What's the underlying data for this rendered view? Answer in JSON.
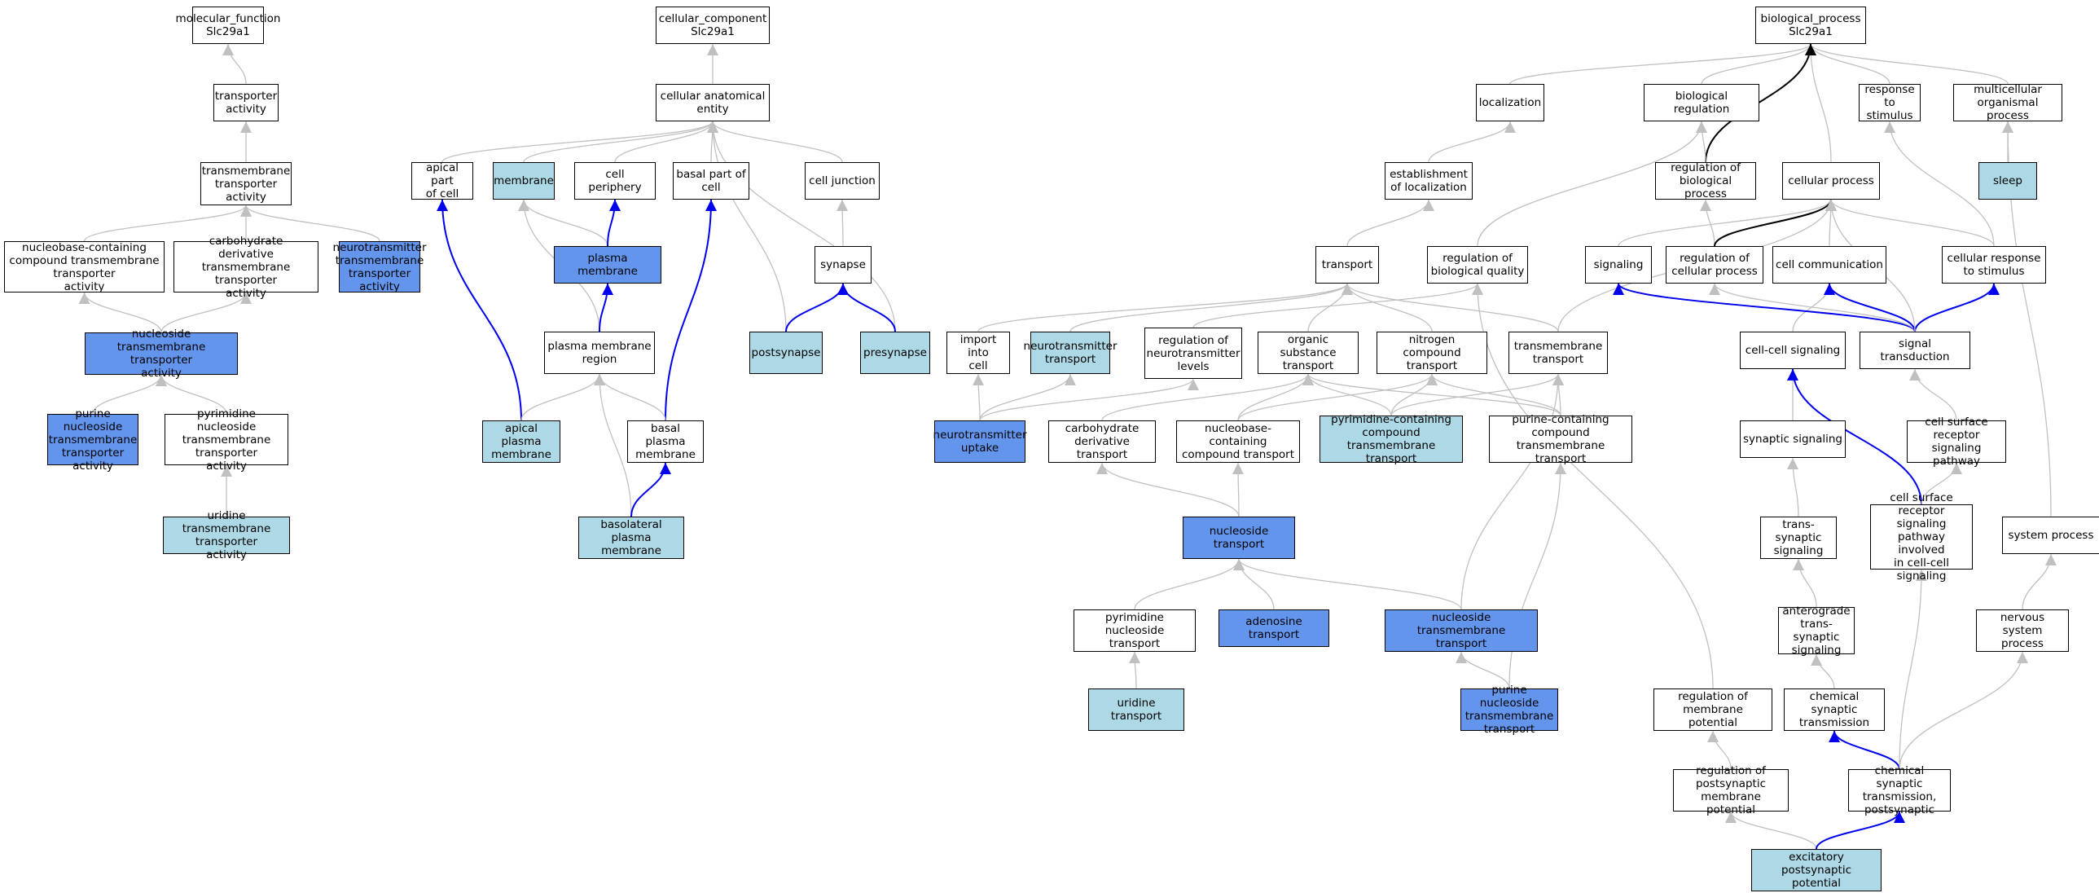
{
  "colors": {
    "plain": "#ffffff",
    "direct": "#6495ed",
    "inferred": "#add8e6",
    "edge_gray": "#c0c0c0",
    "edge_blue": "#0000ee",
    "edge_black": "#000000"
  },
  "nodes": [
    {
      "id": "mf",
      "label": "molecular_function\nSlc29a1",
      "fill": "plain"
    },
    {
      "id": "ta",
      "label": "transporter\nactivity",
      "fill": "plain"
    },
    {
      "id": "tta",
      "label": "transmembrane\ntransporter\nactivity",
      "fill": "plain"
    },
    {
      "id": "nbc",
      "label": "nucleobase-containing\ncompound transmembrane\ntransporter\nactivity",
      "fill": "plain"
    },
    {
      "id": "cdt",
      "label": "carbohydrate\nderivative transmembrane\ntransporter\nactivity",
      "fill": "plain"
    },
    {
      "id": "ntta",
      "label": "neurotransmitter\ntransmembrane\ntransporter\nactivity",
      "fill": "direct"
    },
    {
      "id": "ntrans",
      "label": "nucleoside transmembrane\ntransporter\nactivity",
      "fill": "direct"
    },
    {
      "id": "pnt",
      "label": "purine nucleoside\ntransmembrane\ntransporter\nactivity",
      "fill": "direct"
    },
    {
      "id": "pynt",
      "label": "pyrimidine nucleoside\ntransmembrane\ntransporter\nactivity",
      "fill": "plain"
    },
    {
      "id": "utta",
      "label": "uridine transmembrane\ntransporter\nactivity",
      "fill": "inferred"
    },
    {
      "id": "cc",
      "label": "cellular_component\nSlc29a1",
      "fill": "plain"
    },
    {
      "id": "cae",
      "label": "cellular anatomical\nentity",
      "fill": "plain"
    },
    {
      "id": "apc",
      "label": "apical part\nof cell",
      "fill": "plain"
    },
    {
      "id": "mem",
      "label": "membrane",
      "fill": "inferred"
    },
    {
      "id": "cper",
      "label": "cell periphery",
      "fill": "plain"
    },
    {
      "id": "bpc",
      "label": "basal part of\ncell",
      "fill": "plain"
    },
    {
      "id": "cj",
      "label": "cell junction",
      "fill": "plain"
    },
    {
      "id": "pm",
      "label": "plasma membrane",
      "fill": "direct"
    },
    {
      "id": "syn",
      "label": "synapse",
      "fill": "plain"
    },
    {
      "id": "pmr",
      "label": "plasma membrane\nregion",
      "fill": "plain"
    },
    {
      "id": "post",
      "label": "postsynapse",
      "fill": "inferred"
    },
    {
      "id": "pre",
      "label": "presynapse",
      "fill": "inferred"
    },
    {
      "id": "apm",
      "label": "apical plasma\nmembrane",
      "fill": "inferred"
    },
    {
      "id": "bapm",
      "label": "basal plasma\nmembrane",
      "fill": "plain"
    },
    {
      "id": "blpm",
      "label": "basolateral\nplasma membrane",
      "fill": "inferred"
    },
    {
      "id": "bp",
      "label": "biological_process\nSlc29a1",
      "fill": "plain"
    },
    {
      "id": "loc",
      "label": "localization",
      "fill": "plain"
    },
    {
      "id": "breg",
      "label": "biological regulation",
      "fill": "plain"
    },
    {
      "id": "rts",
      "label": "response to\nstimulus",
      "fill": "plain"
    },
    {
      "id": "mop",
      "label": "multicellular\norganismal process",
      "fill": "plain"
    },
    {
      "id": "eol",
      "label": "establishment\nof localization",
      "fill": "plain"
    },
    {
      "id": "rbp",
      "label": "regulation of\nbiological process",
      "fill": "plain"
    },
    {
      "id": "cp",
      "label": "cellular process",
      "fill": "plain"
    },
    {
      "id": "sleep",
      "label": "sleep",
      "fill": "inferred"
    },
    {
      "id": "tr",
      "label": "transport",
      "fill": "plain"
    },
    {
      "id": "rbq",
      "label": "regulation of\nbiological quality",
      "fill": "plain"
    },
    {
      "id": "sig",
      "label": "signaling",
      "fill": "plain"
    },
    {
      "id": "rcp",
      "label": "regulation of\ncellular process",
      "fill": "plain"
    },
    {
      "id": "ccom",
      "label": "cell communication",
      "fill": "plain"
    },
    {
      "id": "crs",
      "label": "cellular response\nto stimulus",
      "fill": "plain"
    },
    {
      "id": "iic",
      "label": "import into\ncell",
      "fill": "plain"
    },
    {
      "id": "ntt",
      "label": "neurotransmitter\ntransport",
      "fill": "inferred"
    },
    {
      "id": "rntl",
      "label": "regulation of\nneurotransmitter\nlevels",
      "fill": "plain"
    },
    {
      "id": "ost",
      "label": "organic substance\ntransport",
      "fill": "plain"
    },
    {
      "id": "nct",
      "label": "nitrogen compound\ntransport",
      "fill": "plain"
    },
    {
      "id": "tmt",
      "label": "transmembrane\ntransport",
      "fill": "plain"
    },
    {
      "id": "ccs",
      "label": "cell-cell signaling",
      "fill": "plain"
    },
    {
      "id": "st",
      "label": "signal transduction",
      "fill": "plain"
    },
    {
      "id": "ntu",
      "label": "neurotransmitter\nuptake",
      "fill": "direct"
    },
    {
      "id": "cdtr",
      "label": "carbohydrate\nderivative transport",
      "fill": "plain"
    },
    {
      "id": "nbct",
      "label": "nucleobase-containing\ncompound transport",
      "fill": "plain"
    },
    {
      "id": "pyct",
      "label": "pyrimidine-containing\ncompound transmembrane\ntransport",
      "fill": "inferred"
    },
    {
      "id": "puct",
      "label": "purine-containing\ncompound transmembrane\ntransport",
      "fill": "plain"
    },
    {
      "id": "ss",
      "label": "synaptic signaling",
      "fill": "plain"
    },
    {
      "id": "csrsp",
      "label": "cell surface\nreceptor signaling\npathway",
      "fill": "plain"
    },
    {
      "id": "nt",
      "label": "nucleoside transport",
      "fill": "direct"
    },
    {
      "id": "tss",
      "label": "trans-synaptic\nsignaling",
      "fill": "plain"
    },
    {
      "id": "csrcc",
      "label": "cell surface\nreceptor signaling\npathway involved\nin cell-cell\nsignaling",
      "fill": "plain"
    },
    {
      "id": "sysp",
      "label": "system process",
      "fill": "plain"
    },
    {
      "id": "pynst",
      "label": "pyrimidine nucleoside\ntransport",
      "fill": "plain"
    },
    {
      "id": "adt",
      "label": "adenosine transport",
      "fill": "direct"
    },
    {
      "id": "ntmt",
      "label": "nucleoside transmembrane\ntransport",
      "fill": "direct"
    },
    {
      "id": "ats",
      "label": "anterograde\ntrans-synaptic\nsignaling",
      "fill": "plain"
    },
    {
      "id": "nsp",
      "label": "nervous system\nprocess",
      "fill": "plain"
    },
    {
      "id": "ut",
      "label": "uridine transport",
      "fill": "inferred"
    },
    {
      "id": "pnst",
      "label": "purine nucleoside\ntransmembrane\ntransport",
      "fill": "direct"
    },
    {
      "id": "rmp",
      "label": "regulation of\nmembrane potential",
      "fill": "plain"
    },
    {
      "id": "cst",
      "label": "chemical synaptic\ntransmission",
      "fill": "plain"
    },
    {
      "id": "rpmp",
      "label": "regulation of\npostsynaptic\nmembrane potential",
      "fill": "plain"
    },
    {
      "id": "cstp",
      "label": "chemical synaptic\ntransmission,\npostsynaptic",
      "fill": "plain"
    },
    {
      "id": "epp",
      "label": "excitatory postsynaptic\npotential",
      "fill": "inferred"
    }
  ],
  "edges": [
    {
      "from": "ta",
      "to": "mf",
      "kind": "gray"
    },
    {
      "from": "tta",
      "to": "ta",
      "kind": "gray"
    },
    {
      "from": "nbc",
      "to": "tta",
      "kind": "gray"
    },
    {
      "from": "cdt",
      "to": "tta",
      "kind": "gray"
    },
    {
      "from": "ntta",
      "to": "tta",
      "kind": "gray"
    },
    {
      "from": "ntrans",
      "to": "nbc",
      "kind": "gray"
    },
    {
      "from": "ntrans",
      "to": "cdt",
      "kind": "gray"
    },
    {
      "from": "pnt",
      "to": "ntrans",
      "kind": "gray"
    },
    {
      "from": "pynt",
      "to": "ntrans",
      "kind": "gray"
    },
    {
      "from": "utta",
      "to": "pynt",
      "kind": "gray"
    },
    {
      "from": "cae",
      "to": "cc",
      "kind": "gray"
    },
    {
      "from": "apc",
      "to": "cae",
      "kind": "gray"
    },
    {
      "from": "mem",
      "to": "cae",
      "kind": "gray"
    },
    {
      "from": "cper",
      "to": "cae",
      "kind": "gray"
    },
    {
      "from": "bpc",
      "to": "cae",
      "kind": "gray"
    },
    {
      "from": "cj",
      "to": "cae",
      "kind": "gray"
    },
    {
      "from": "post",
      "to": "cae",
      "kind": "gray"
    },
    {
      "from": "pre",
      "to": "cae",
      "kind": "gray"
    },
    {
      "from": "pm",
      "to": "mem",
      "kind": "gray"
    },
    {
      "from": "pm",
      "to": "cper",
      "kind": "blue"
    },
    {
      "from": "syn",
      "to": "cj",
      "kind": "gray"
    },
    {
      "from": "pmr",
      "to": "mem",
      "kind": "gray"
    },
    {
      "from": "pmr",
      "to": "pm",
      "kind": "blue"
    },
    {
      "from": "post",
      "to": "syn",
      "kind": "blue"
    },
    {
      "from": "pre",
      "to": "syn",
      "kind": "blue"
    },
    {
      "from": "apm",
      "to": "apc",
      "kind": "blue"
    },
    {
      "from": "apm",
      "to": "pmr",
      "kind": "gray"
    },
    {
      "from": "bapm",
      "to": "bpc",
      "kind": "blue"
    },
    {
      "from": "bapm",
      "to": "pmr",
      "kind": "gray"
    },
    {
      "from": "blpm",
      "to": "pmr",
      "kind": "gray"
    },
    {
      "from": "blpm",
      "to": "bapm",
      "kind": "blue"
    },
    {
      "from": "loc",
      "to": "bp",
      "kind": "gray"
    },
    {
      "from": "breg",
      "to": "bp",
      "kind": "gray"
    },
    {
      "from": "rts",
      "to": "bp",
      "kind": "gray"
    },
    {
      "from": "mop",
      "to": "bp",
      "kind": "gray"
    },
    {
      "from": "cp",
      "to": "bp",
      "kind": "gray"
    },
    {
      "from": "rbp",
      "to": "bp",
      "kind": "black"
    },
    {
      "from": "rbp",
      "to": "breg",
      "kind": "gray"
    },
    {
      "from": "eol",
      "to": "loc",
      "kind": "gray"
    },
    {
      "from": "sleep",
      "to": "mop",
      "kind": "gray"
    },
    {
      "from": "tr",
      "to": "eol",
      "kind": "gray"
    },
    {
      "from": "rbq",
      "to": "breg",
      "kind": "gray"
    },
    {
      "from": "sig",
      "to": "cp",
      "kind": "gray"
    },
    {
      "from": "rcp",
      "to": "rbp",
      "kind": "gray"
    },
    {
      "from": "rcp",
      "to": "cp",
      "kind": "black"
    },
    {
      "from": "ccom",
      "to": "cp",
      "kind": "gray"
    },
    {
      "from": "crs",
      "to": "cp",
      "kind": "gray"
    },
    {
      "from": "crs",
      "to": "rts",
      "kind": "gray"
    },
    {
      "from": "iic",
      "to": "tr",
      "kind": "gray"
    },
    {
      "from": "ntt",
      "to": "tr",
      "kind": "gray"
    },
    {
      "from": "rntl",
      "to": "rbq",
      "kind": "gray"
    },
    {
      "from": "ost",
      "to": "tr",
      "kind": "gray"
    },
    {
      "from": "nct",
      "to": "tr",
      "kind": "gray"
    },
    {
      "from": "tmt",
      "to": "tr",
      "kind": "gray"
    },
    {
      "from": "tmt",
      "to": "cp",
      "kind": "gray"
    },
    {
      "from": "ccs",
      "to": "ccom",
      "kind": "gray"
    },
    {
      "from": "st",
      "to": "sig",
      "kind": "blue"
    },
    {
      "from": "st",
      "to": "rcp",
      "kind": "gray"
    },
    {
      "from": "st",
      "to": "ccom",
      "kind": "blue"
    },
    {
      "from": "st",
      "to": "crs",
      "kind": "blue"
    },
    {
      "from": "st",
      "to": "cp",
      "kind": "gray"
    },
    {
      "from": "ntu",
      "to": "iic",
      "kind": "gray"
    },
    {
      "from": "ntu",
      "to": "ntt",
      "kind": "gray"
    },
    {
      "from": "ntu",
      "to": "rntl",
      "kind": "gray"
    },
    {
      "from": "cdtr",
      "to": "ost",
      "kind": "gray"
    },
    {
      "from": "nbct",
      "to": "ost",
      "kind": "gray"
    },
    {
      "from": "nbct",
      "to": "nct",
      "kind": "gray"
    },
    {
      "from": "pyct",
      "to": "ost",
      "kind": "gray"
    },
    {
      "from": "pyct",
      "to": "nct",
      "kind": "gray"
    },
    {
      "from": "pyct",
      "to": "tmt",
      "kind": "gray"
    },
    {
      "from": "puct",
      "to": "ost",
      "kind": "gray"
    },
    {
      "from": "puct",
      "to": "nct",
      "kind": "gray"
    },
    {
      "from": "puct",
      "to": "tmt",
      "kind": "gray"
    },
    {
      "from": "ss",
      "to": "ccs",
      "kind": "gray"
    },
    {
      "from": "csrsp",
      "to": "st",
      "kind": "gray"
    },
    {
      "from": "nt",
      "to": "cdtr",
      "kind": "gray"
    },
    {
      "from": "nt",
      "to": "nbct",
      "kind": "gray"
    },
    {
      "from": "tss",
      "to": "ss",
      "kind": "gray"
    },
    {
      "from": "csrcc",
      "to": "ccs",
      "kind": "blue"
    },
    {
      "from": "csrcc",
      "to": "csrsp",
      "kind": "gray"
    },
    {
      "from": "sysp",
      "to": "mop",
      "kind": "gray"
    },
    {
      "from": "pynst",
      "to": "nt",
      "kind": "gray"
    },
    {
      "from": "adt",
      "to": "nt",
      "kind": "gray"
    },
    {
      "from": "ntmt",
      "to": "nt",
      "kind": "gray"
    },
    {
      "from": "ntmt",
      "to": "tmt",
      "kind": "gray"
    },
    {
      "from": "ats",
      "to": "tss",
      "kind": "gray"
    },
    {
      "from": "nsp",
      "to": "sysp",
      "kind": "gray"
    },
    {
      "from": "ut",
      "to": "pynst",
      "kind": "gray"
    },
    {
      "from": "pnst",
      "to": "ntmt",
      "kind": "gray"
    },
    {
      "from": "pnst",
      "to": "puct",
      "kind": "gray"
    },
    {
      "from": "rmp",
      "to": "rbq",
      "kind": "gray"
    },
    {
      "from": "cst",
      "to": "ats",
      "kind": "gray"
    },
    {
      "from": "rpmp",
      "to": "rmp",
      "kind": "gray"
    },
    {
      "from": "cstp",
      "to": "cst",
      "kind": "blue"
    },
    {
      "from": "cstp",
      "to": "csrcc",
      "kind": "gray"
    },
    {
      "from": "cstp",
      "to": "nsp",
      "kind": "gray"
    },
    {
      "from": "epp",
      "to": "rpmp",
      "kind": "gray"
    },
    {
      "from": "epp",
      "to": "cstp",
      "kind": "blue"
    }
  ]
}
